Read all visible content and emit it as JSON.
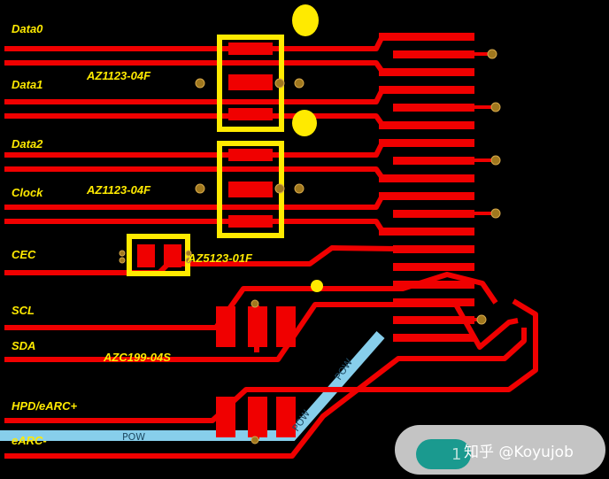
{
  "colors": {
    "board": "#000000",
    "trace": "#f00000",
    "silkscreen": "#ffea00",
    "power_trace": "#87ceeb",
    "via": "#a0781e"
  },
  "labels": {
    "data0": "Data0",
    "data1": "Data1",
    "data2": "Data2",
    "clock": "Clock",
    "cec": "CEC",
    "scl": "SCL",
    "sda": "SDA",
    "hpd_earc_plus": "HPD/eARC+",
    "earc_minus": "eARC-"
  },
  "parts": {
    "tvs_top": "AZ1123-04F",
    "tvs_mid": "AZ1123-04F",
    "tvs_cec": "AZ5123-01F",
    "tvs_bus": "AZC199-04S"
  },
  "power_labels": {
    "horizontal": "POW",
    "diagonal_upper": "POW",
    "diagonal_lower": "POW"
  },
  "watermark": {
    "text": "知乎 @Koyujob",
    "badge": "1"
  }
}
